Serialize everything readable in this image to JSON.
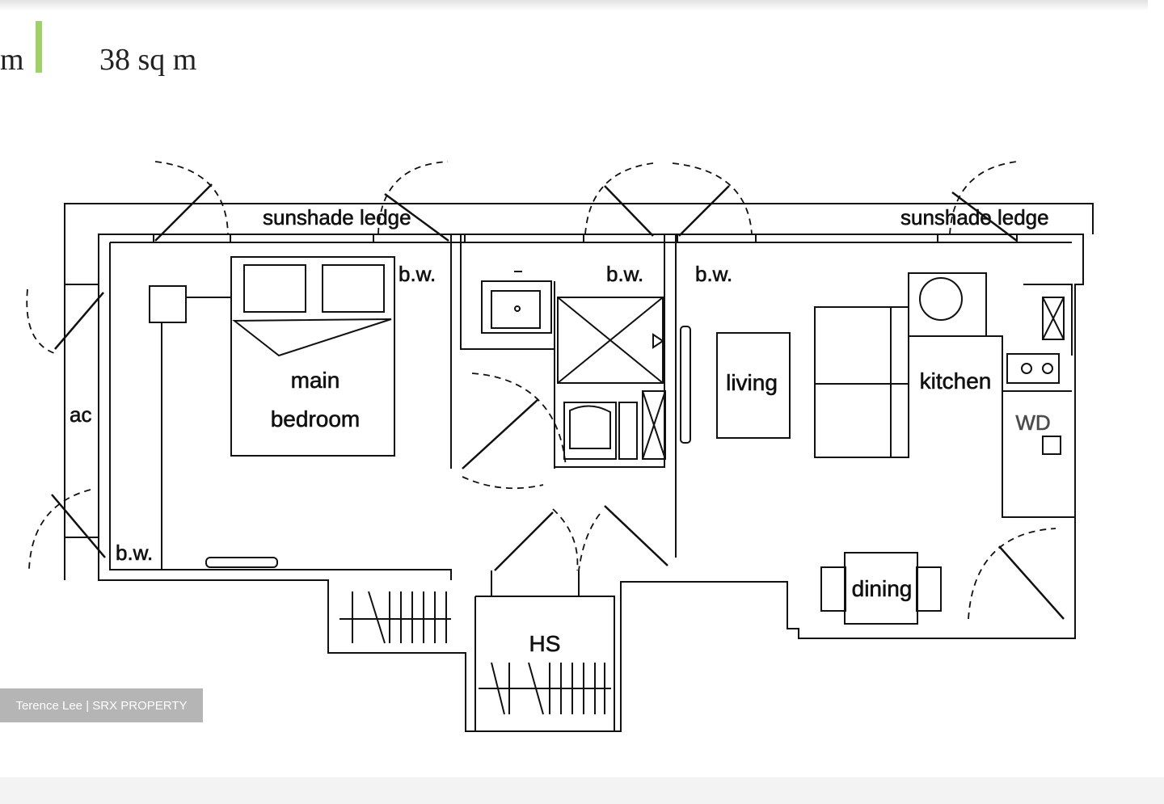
{
  "header": {
    "unit_fragment": "m",
    "area": "38 sq m",
    "accent_color": "#9fd06a"
  },
  "floorplan": {
    "labels": {
      "sunshade_left": "sunshade ledge",
      "sunshade_right": "sunshade ledge",
      "bw_bedroom": "b.w.",
      "bw_bath": "b.w.",
      "bw_living": "b.w.",
      "bw_bottom": "b.w.",
      "ac": "ac",
      "bedroom_line1": "main",
      "bedroom_line2": "bedroom",
      "living": "living",
      "kitchen": "kitchen",
      "wd": "WD",
      "dining": "dining",
      "hs": "HS"
    },
    "line_color": "#111111"
  },
  "watermark": {
    "text": "Terence Lee | SRX PROPERTY"
  }
}
